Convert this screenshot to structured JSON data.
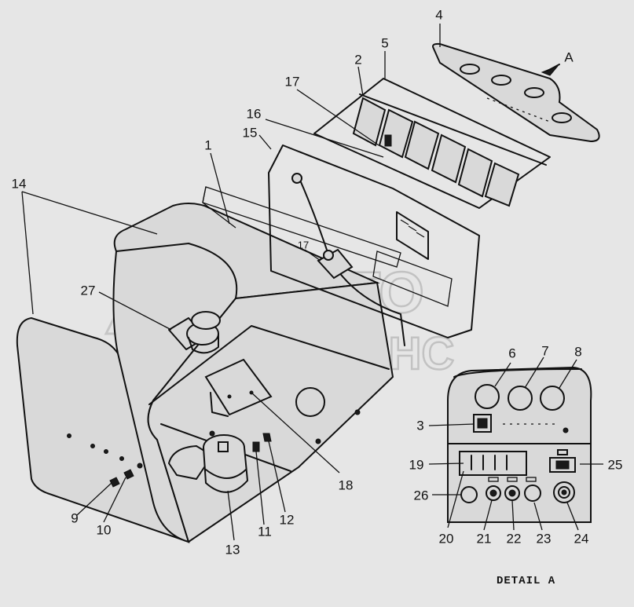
{
  "diagram": {
    "part_labels": {
      "l1": "1",
      "l2": "2",
      "l3": "3",
      "l4": "4",
      "l5": "5",
      "l6": "6",
      "l7": "7",
      "l8": "8",
      "l9": "9",
      "l10": "10",
      "l11": "11",
      "l12": "12",
      "l13": "13",
      "l14": "14",
      "l15": "15",
      "l16": "16",
      "l17a": "17",
      "l17b": "17",
      "l18": "18",
      "l19": "19",
      "l20": "20",
      "l21": "21",
      "l22": "22",
      "l23": "23",
      "l24": "24",
      "l25": "25",
      "l26": "26",
      "l27": "27"
    },
    "view_marker": "A",
    "detail_caption": "DETAIL A",
    "watermark": {
      "line1": "АВТО",
      "line2": "АЛЬЯНС"
    }
  }
}
